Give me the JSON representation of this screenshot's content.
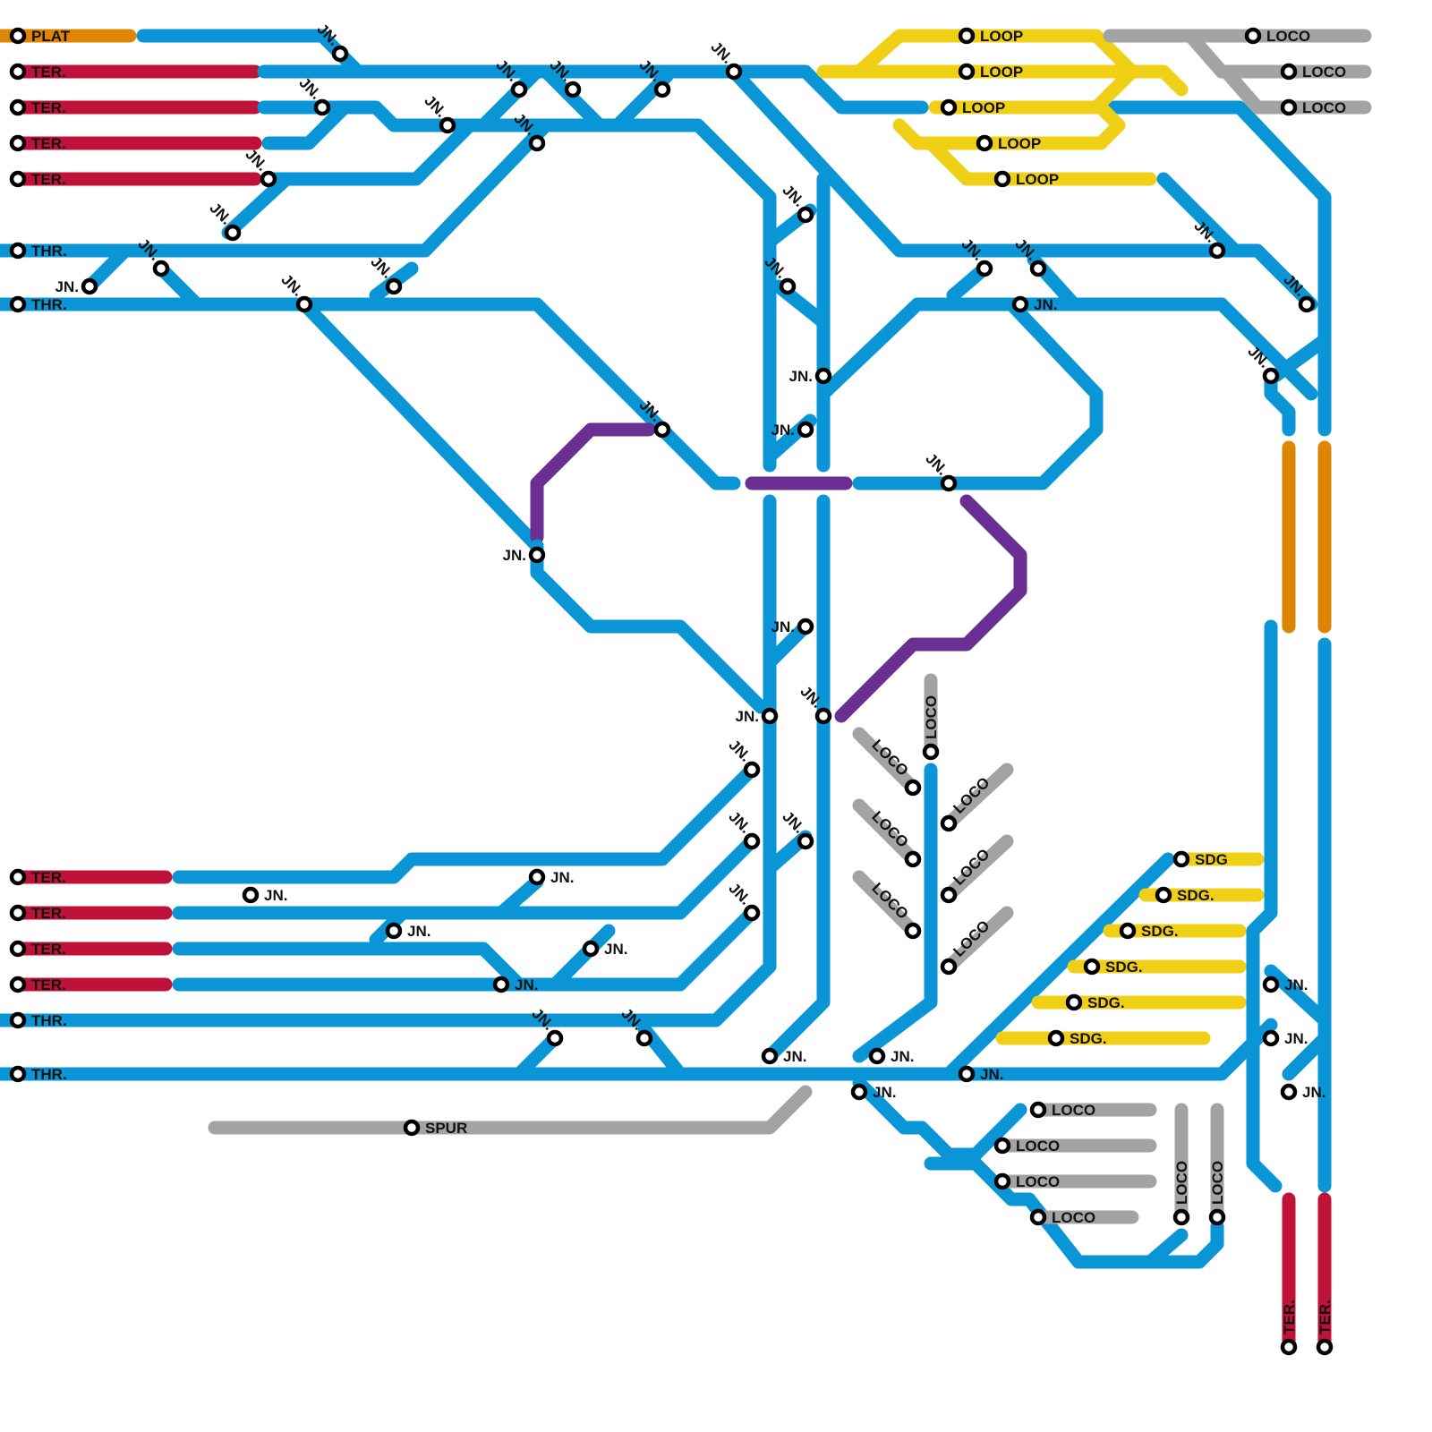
{
  "colors": {
    "main": "#0a96d6",
    "terminal": "#be1238",
    "platform": "#de8505",
    "loop": "#f0cf17",
    "siding": "#f0cf17",
    "loco": "#a3a3a3",
    "spur": "#a3a3a3",
    "connector": "#6a2f91"
  },
  "labels": {
    "plat": "PLAT",
    "ter": "TER.",
    "thr": "THR.",
    "jn": "JN.",
    "loop": "LOOP",
    "loco": "LOCO",
    "sdg": "SDG",
    "sdg_dot": "SDG.",
    "spur": "SPUR"
  }
}
